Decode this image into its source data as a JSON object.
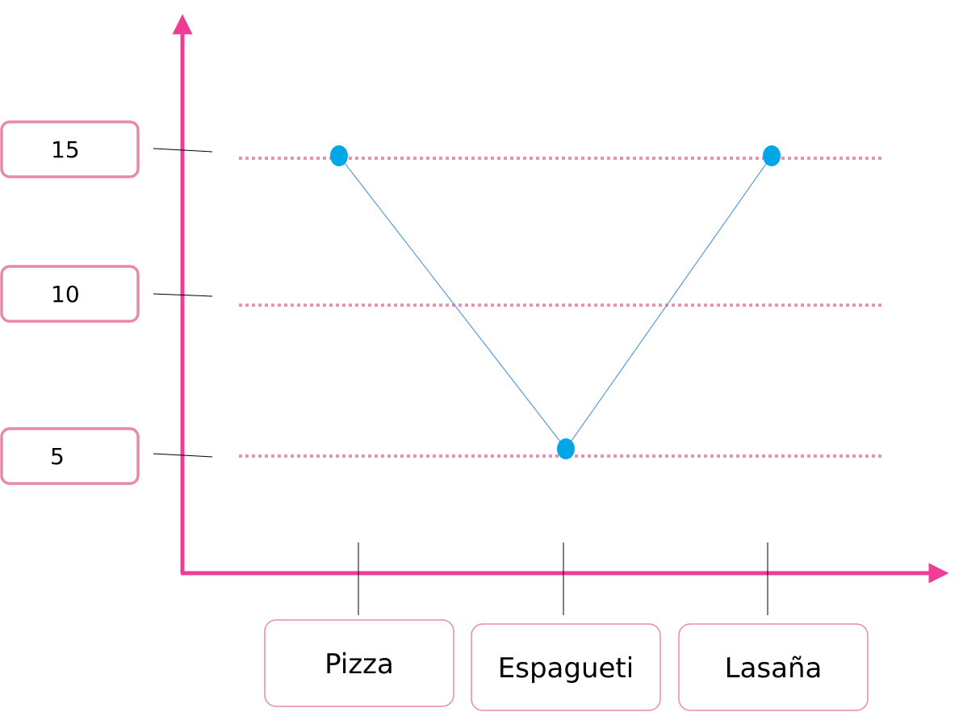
{
  "chart_data": {
    "type": "line",
    "categories": [
      "Pizza",
      "Espagueti",
      "Lasaña"
    ],
    "series": [
      {
        "values": [
          15,
          5,
          15
        ]
      }
    ],
    "y_tick_labels": [
      "15",
      "10",
      "5"
    ],
    "grid_levels": [
      15,
      10,
      5
    ],
    "grid": "dotted horizontal lines at 5, 10, 15",
    "legend": "none",
    "colors": {
      "axis": "#f03c96",
      "grid": "#e993b4",
      "box_border": "#e88aa6",
      "point": "#00a7e8",
      "line": "#5b9bd5"
    }
  }
}
